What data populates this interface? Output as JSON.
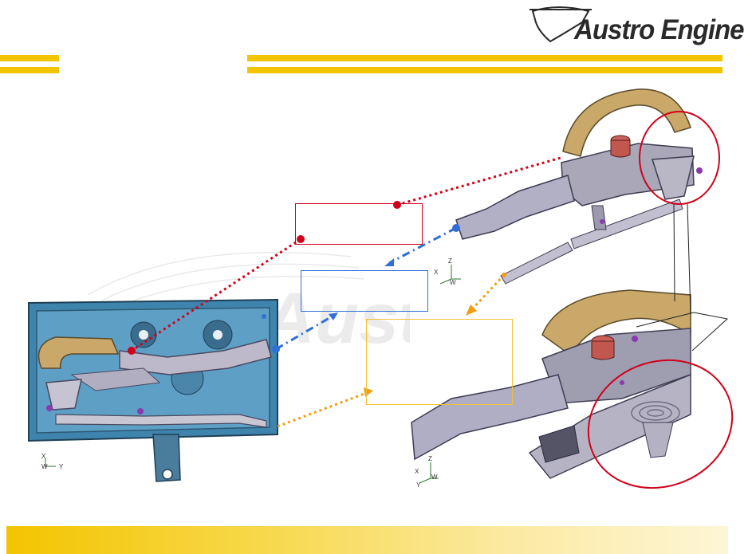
{
  "brand": {
    "name": "Austro Engine"
  },
  "colors": {
    "accent_yellow": "#f3c400",
    "red": "#d0021b",
    "blue": "#2f6fd6",
    "orange": "#f39c12",
    "hose_tan": "#c9a869",
    "housing_blue": "#4f8fb5",
    "part_grey": "#b9b8c8"
  },
  "figure": {
    "top_view_axis": {
      "x": "X",
      "w": "W",
      "y": "Y"
    },
    "upper_detail_axis": {
      "z": "Z",
      "x": "X",
      "w": "W"
    },
    "lower_detail_axis": {
      "z": "Z",
      "x": "X",
      "w": "W",
      "y": "Y"
    }
  },
  "watermark": {
    "text": "Austro"
  }
}
